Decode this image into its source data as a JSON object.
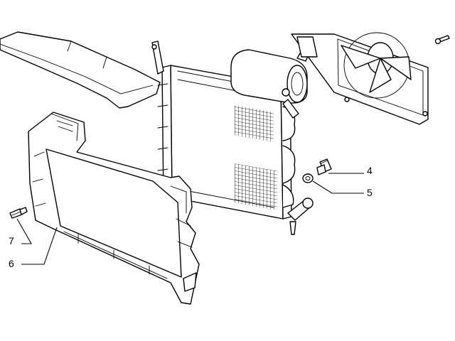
{
  "callouts": [
    {
      "number": "4"
    },
    {
      "number": "5"
    },
    {
      "number": "6"
    },
    {
      "number": "7"
    }
  ],
  "colors": {
    "line": "#000000",
    "background": "#ffffff"
  }
}
